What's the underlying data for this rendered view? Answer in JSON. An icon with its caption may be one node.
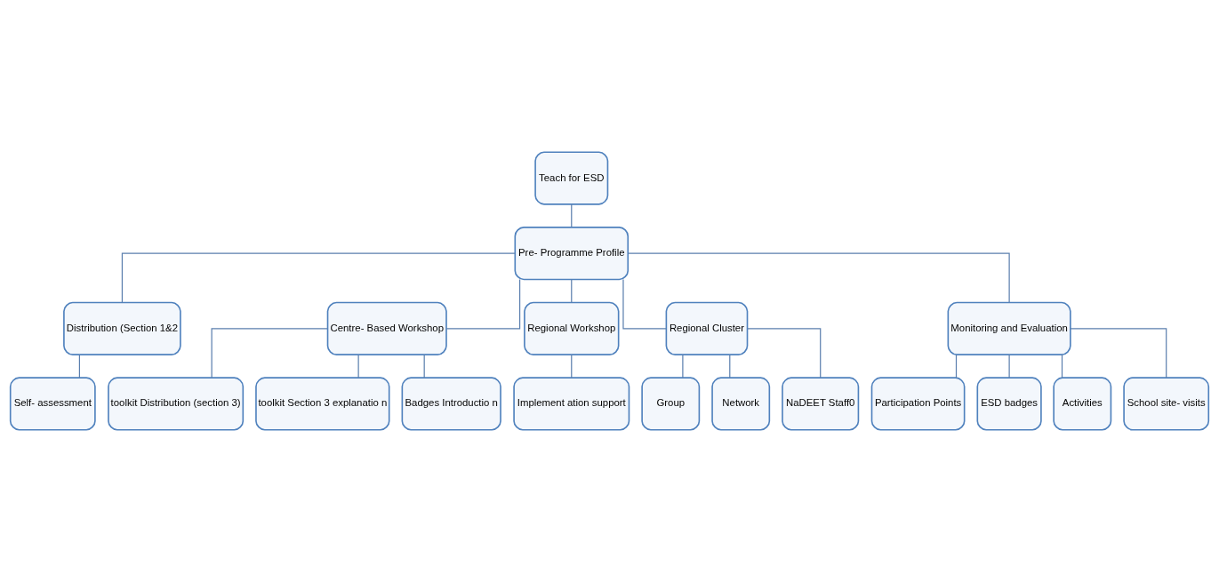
{
  "diagram": {
    "nodes": [
      {
        "text": [
          "Teach for ESD"
        ]
      },
      {
        "text": [
          "Pre- Programme Profile"
        ]
      },
      {
        "text": [
          "Distribution (Section 1&2"
        ]
      },
      {
        "text": [
          "Centre- Based Workshop"
        ]
      },
      {
        "text": [
          "Regional Workshop"
        ]
      },
      {
        "text": [
          "Regional Cluster"
        ]
      },
      {
        "text": [
          "Monitoring and Evaluation"
        ]
      },
      {
        "text": [
          "Self- assessment"
        ]
      },
      {
        "text": [
          "toolkit Distribution (section 3)"
        ]
      },
      {
        "text": [
          "toolkit Section 3 explanatio n"
        ]
      },
      {
        "text": [
          "Badges Introductio n"
        ]
      },
      {
        "text": [
          "Implement ation support"
        ]
      },
      {
        "text": [
          "Group"
        ]
      },
      {
        "text": [
          "Network"
        ]
      },
      {
        "text": [
          "NaDEET Staff0"
        ]
      },
      {
        "text": [
          "Participation Points"
        ]
      },
      {
        "text": [
          "ESD badges"
        ]
      },
      {
        "text": [
          "Activities"
        ]
      },
      {
        "text": [
          "School site- visits"
        ]
      }
    ],
    "edges": [
      {
        "from": 0,
        "to": 1,
        "arrow": "none"
      },
      {
        "from": 1,
        "to": 2,
        "arrow": "none"
      },
      {
        "from": 1,
        "to": 3,
        "arrow": "none"
      },
      {
        "from": 1,
        "to": 4,
        "arrow": "none"
      },
      {
        "from": 1,
        "to": 5,
        "arrow": "none"
      },
      {
        "from": 1,
        "to": 6,
        "arrow": "none"
      },
      {
        "from": 2,
        "to": 7,
        "arrow": "none"
      },
      {
        "from": 3,
        "to": 8,
        "arrow": "none"
      },
      {
        "from": 3,
        "to": 9,
        "arrow": "none"
      },
      {
        "from": 3,
        "to": 10,
        "arrow": "none"
      },
      {
        "from": 4,
        "to": 11,
        "arrow": "none"
      },
      {
        "from": 5,
        "to": 12,
        "arrow": "none"
      },
      {
        "from": 5,
        "to": 13,
        "arrow": "none"
      },
      {
        "from": 5,
        "to": 14,
        "arrow": "none"
      },
      {
        "from": 6,
        "to": 15,
        "arrow": "none"
      },
      {
        "from": 6,
        "to": 16,
        "arrow": "none"
      },
      {
        "from": 6,
        "to": 17,
        "arrow": "none"
      },
      {
        "from": 6,
        "to": 18,
        "arrow": "none"
      }
    ]
  }
}
